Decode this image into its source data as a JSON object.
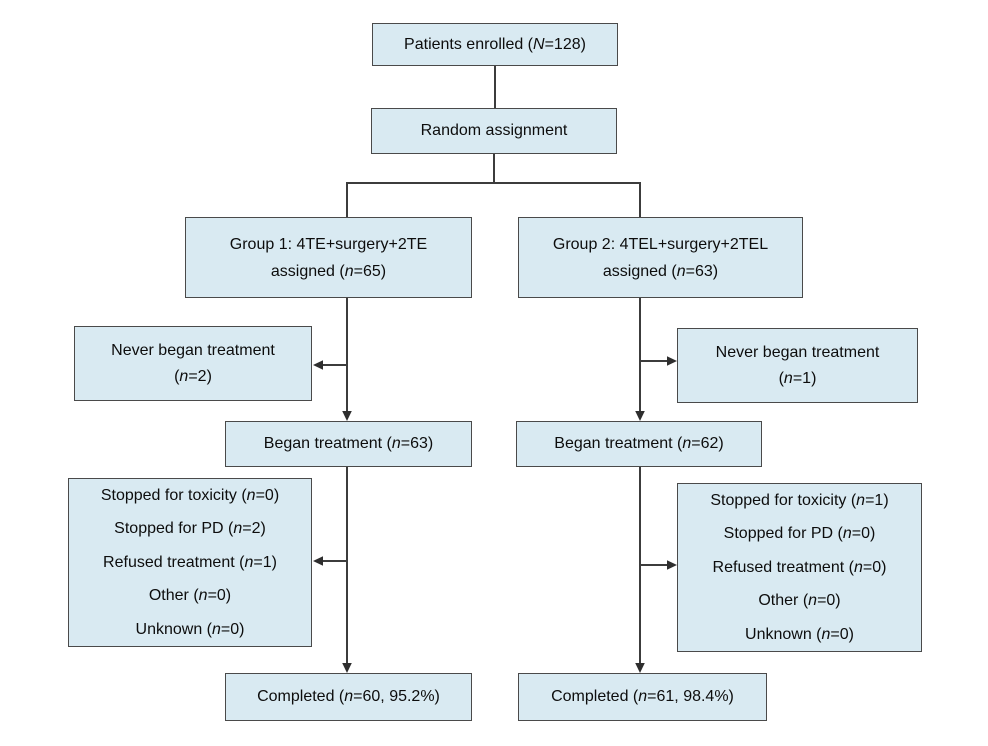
{
  "figure": {
    "type": "consort-flow-diagram",
    "colors": {
      "box_fill": "#d9eaf2",
      "box_border": "#4a4a4a",
      "connector_line": "#3c3c3c",
      "text": "#0d0d0d",
      "background": "#ffffff"
    },
    "nodes": {
      "enrolled": {
        "label": "Patients enrolled (*N*=128)"
      },
      "random": {
        "label": "Random assignment"
      },
      "group1": {
        "lines": [
          "Group 1: 4TE+surgery+2TE",
          "assigned (*n*=65)"
        ]
      },
      "group2": {
        "lines": [
          "Group 2: 4TEL+surgery+2TEL",
          "assigned (*n*=63)"
        ]
      },
      "never1": {
        "lines": [
          "Never began treatment",
          "(*n*=2)"
        ]
      },
      "never2": {
        "lines": [
          "Never began treatment",
          "(*n*=1)"
        ]
      },
      "began1": {
        "label": "Began treatment (*n*=63)"
      },
      "began2": {
        "label": "Began treatment (*n*=62)"
      },
      "stopped1": {
        "lines": [
          "Stopped for toxicity (*n*=0)",
          "Stopped for PD (*n*=2)",
          "Refused treatment (*n*=1)",
          "Other (*n*=0)",
          "Unknown (*n*=0)"
        ]
      },
      "stopped2": {
        "lines": [
          "Stopped for toxicity (*n*=1)",
          "Stopped for PD (*n*=0)",
          "Refused treatment (*n*=0)",
          "Other (*n*=0)",
          "Unknown (*n*=0)"
        ]
      },
      "completed1": {
        "label": "Completed (*n*=60, 95.2%)"
      },
      "completed2": {
        "label": "Completed (*n*=61, 98.4%)"
      }
    }
  }
}
